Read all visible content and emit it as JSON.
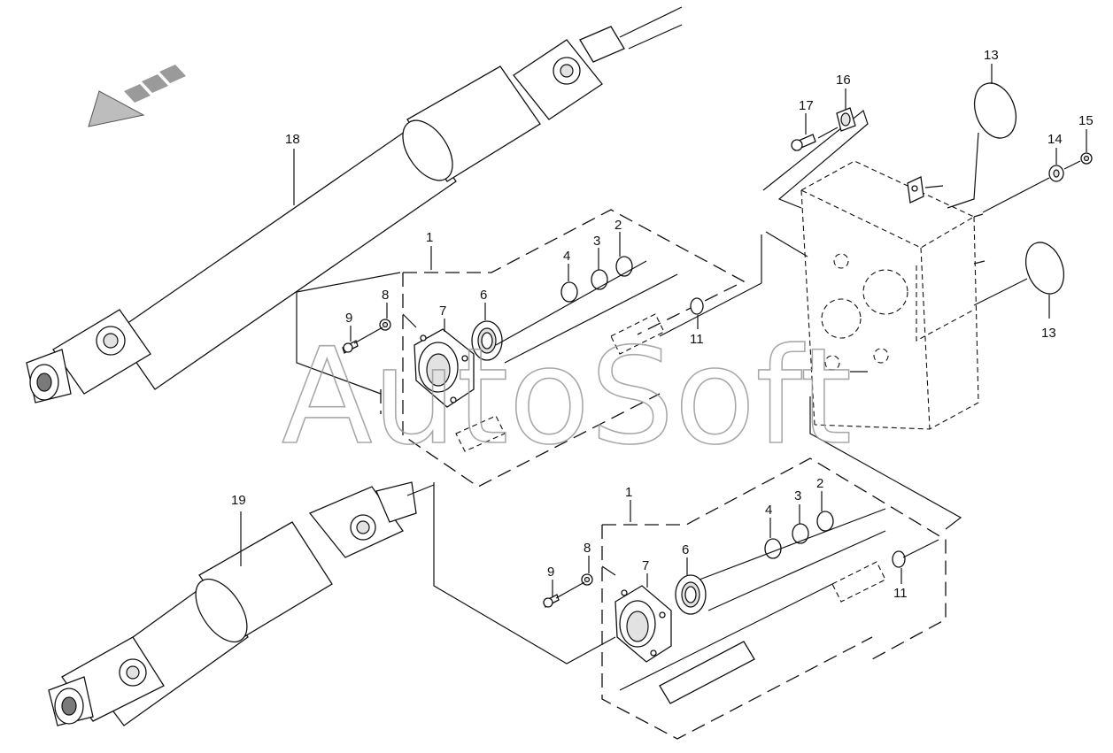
{
  "watermark": "AutoSoft",
  "callouts": {
    "c1a": "1",
    "c2a": "2",
    "c3a": "3",
    "c4a": "4",
    "c6a": "6",
    "c7a": "7",
    "c8a": "8",
    "c9a": "9",
    "c11a": "11",
    "c1b": "1",
    "c2b": "2",
    "c3b": "3",
    "c4b": "4",
    "c6b": "6",
    "c7b": "7",
    "c8b": "8",
    "c9b": "9",
    "c11b": "11",
    "c13a": "13",
    "c13b": "13",
    "c14": "14",
    "c15": "15",
    "c16": "16",
    "c17": "17",
    "c18": "18",
    "c19": "19"
  },
  "colors": {
    "line": "#111111",
    "shade": "#e2e2e2",
    "watermark": "#9a9a9a"
  }
}
